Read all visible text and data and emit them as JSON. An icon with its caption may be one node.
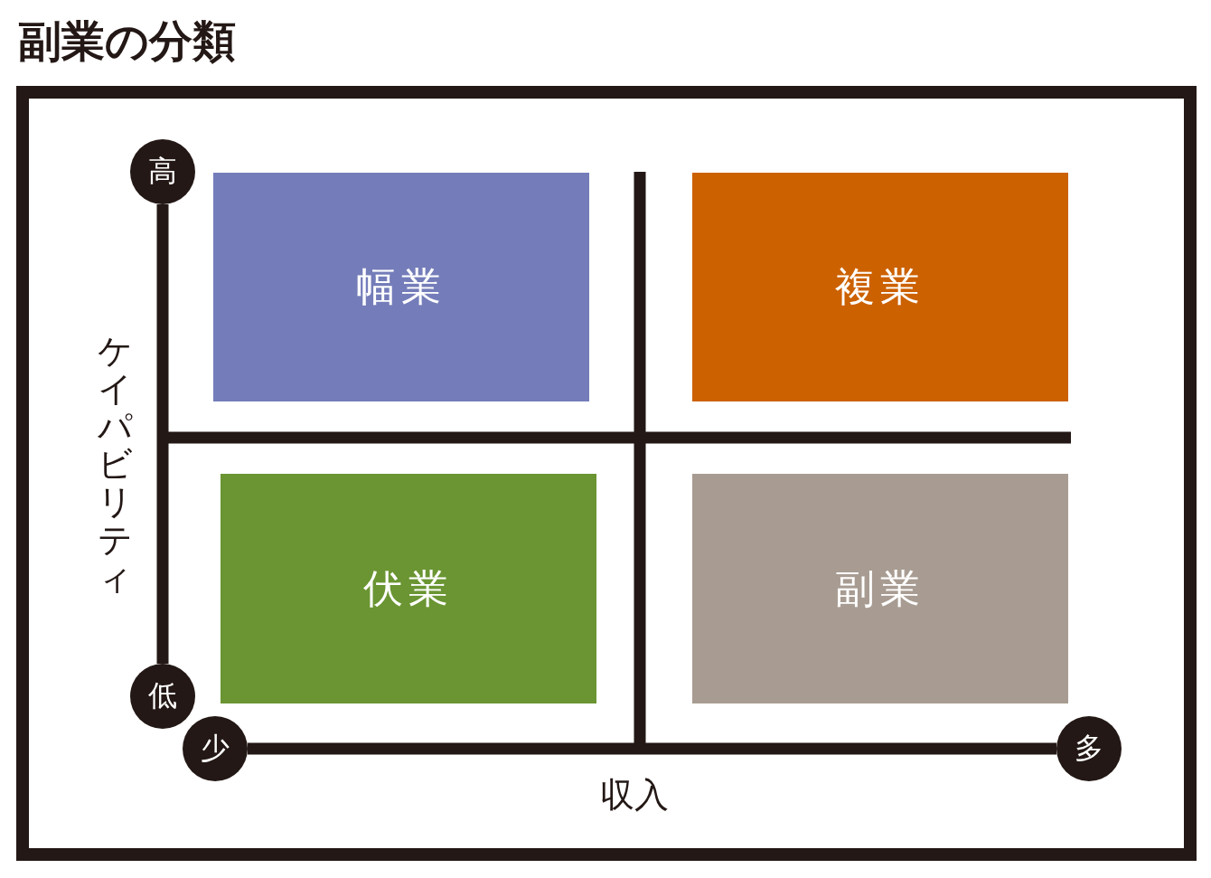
{
  "diagram": {
    "title": "副業の分類",
    "nodes": [
      {
        "text": [
          "高"
        ]
      },
      {
        "text": [
          "幅業"
        ]
      },
      {
        "text": [
          "複業"
        ]
      },
      {
        "text": [
          "伏業"
        ]
      },
      {
        "text": [
          "副業"
        ]
      },
      {
        "text": [
          "低"
        ]
      },
      {
        "text": [
          "少"
        ]
      },
      {
        "text": [
          "多"
        ]
      }
    ],
    "edges": [
      {
        "from": 0,
        "to": 5,
        "arrow": "none"
      },
      {
        "from": 6,
        "to": 7,
        "arrow": "none"
      }
    ],
    "labels": [
      "ケイパビリティ",
      "収入"
    ]
  }
}
